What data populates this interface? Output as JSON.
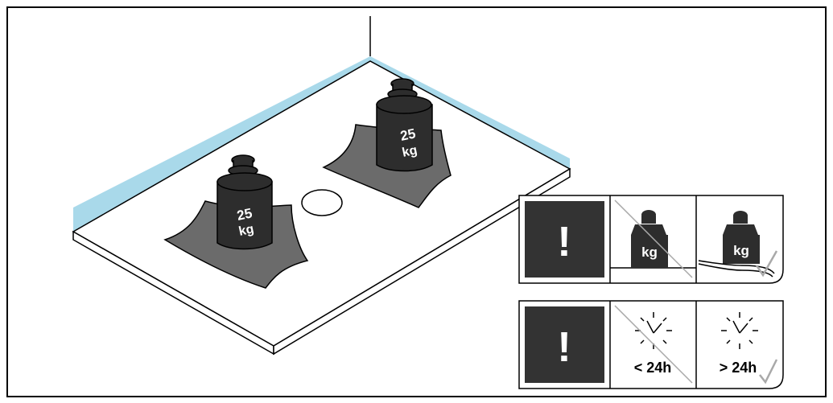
{
  "weights": [
    {
      "line1": "25",
      "line2": "kg"
    },
    {
      "line1": "25",
      "line2": "kg"
    }
  ],
  "instructions": [
    {
      "alert_symbol": "!",
      "icons": [
        "warning-icon",
        "weight-crossed-icon",
        "weight-on-curve-check-icon"
      ],
      "wrong_label": "kg",
      "right_label": "kg"
    },
    {
      "alert_symbol": "!",
      "icons": [
        "warning-icon",
        "clock-crossed-icon",
        "clock-check-icon"
      ],
      "wrong_label": "< 24h",
      "right_label": "> 24h"
    }
  ],
  "colors": {
    "edge_highlight": "#a9d9ea",
    "weight_fill": "#2d2d2d",
    "mat_fill": "#6b6b6b",
    "alert_box": "#333333"
  }
}
